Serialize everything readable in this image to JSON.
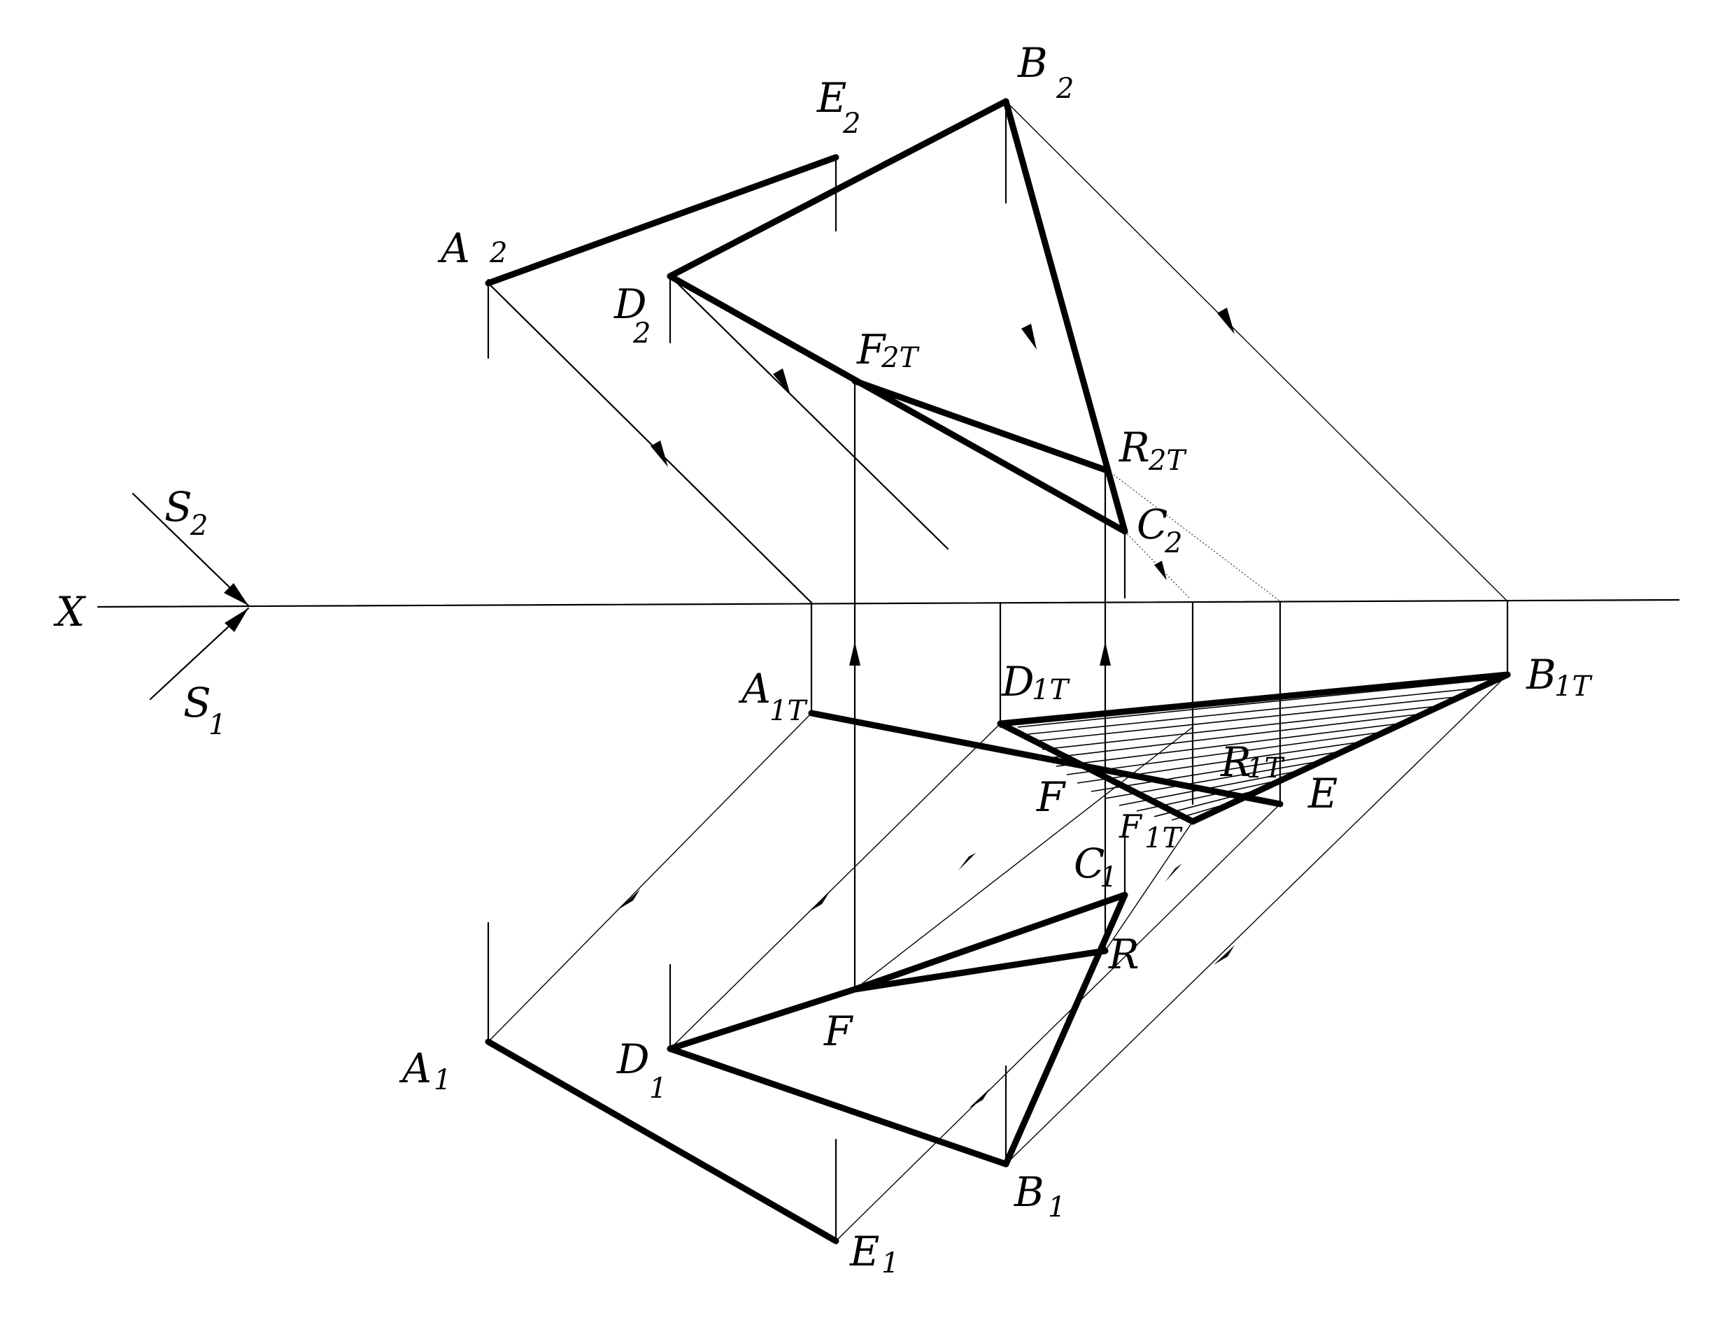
{
  "labels": {
    "A2": {
      "main": "A",
      "sub": "2"
    },
    "B2": {
      "main": "B",
      "sub": "2"
    },
    "C2": {
      "main": "C",
      "sub": "2"
    },
    "D2": {
      "main": "D",
      "sub": "2"
    },
    "E2": {
      "main": "E",
      "sub": "2"
    },
    "F2T": {
      "main": "F",
      "sub": "2T"
    },
    "R2T": {
      "main": "R",
      "sub": "2T"
    },
    "S2": {
      "main": "S",
      "sub": "2"
    },
    "S1": {
      "main": "S",
      "sub": "1"
    },
    "X": {
      "main": "X",
      "sub": ""
    },
    "A1T": {
      "main": "A",
      "sub": "1T"
    },
    "D1T": {
      "main": "D",
      "sub": "1T"
    },
    "B1T": {
      "main": "B",
      "sub": "1T"
    },
    "R1T": {
      "main": "R",
      "sub": "1T"
    },
    "F1T": {
      "main": "F",
      "sub": "1T"
    },
    "E": {
      "main": "E",
      "sub": ""
    },
    "F_upper": {
      "main": "F",
      "sub": ""
    },
    "C1": {
      "main": "C",
      "sub": "1"
    },
    "R": {
      "main": "R",
      "sub": ""
    },
    "F": {
      "main": "F",
      "sub": ""
    },
    "A1": {
      "main": "A",
      "sub": "1"
    },
    "D1": {
      "main": "D",
      "sub": "1"
    },
    "B1": {
      "main": "B",
      "sub": "1"
    },
    "E1": {
      "main": "E",
      "sub": "1"
    }
  }
}
